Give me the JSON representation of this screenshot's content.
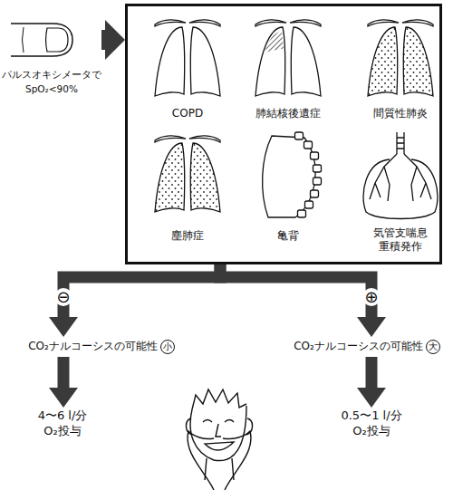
{
  "diagram": {
    "nodes": [
      {
        "text": [
          "パルスオキシメータで SpO₂<90%"
        ]
      },
      {
        "text": [
          "COPD",
          "肺結核後遺症",
          "間質性肺炎",
          "塵肺症",
          "亀背",
          "気管支喘息 重積発作"
        ]
      },
      {
        "text": [
          "CO₂ナルコーシスの可能性",
          "小"
        ]
      },
      {
        "text": [
          "CO₂ナルコーシスの可能性",
          "大"
        ]
      },
      {
        "text": [
          "4〜6 l/分 O₂投与"
        ]
      },
      {
        "text": [
          "0.5〜1 l/分 O₂投与"
        ]
      }
    ],
    "edges": [
      {
        "from": 0,
        "to": 1,
        "arrow": "to"
      },
      {
        "from": 1,
        "to": 2,
        "arrow": "to",
        "label": "⊖"
      },
      {
        "from": 1,
        "to": 3,
        "arrow": "to",
        "label": "⊕"
      },
      {
        "from": 2,
        "to": 4,
        "arrow": "to"
      },
      {
        "from": 3,
        "to": 5,
        "arrow": "to"
      }
    ]
  }
}
